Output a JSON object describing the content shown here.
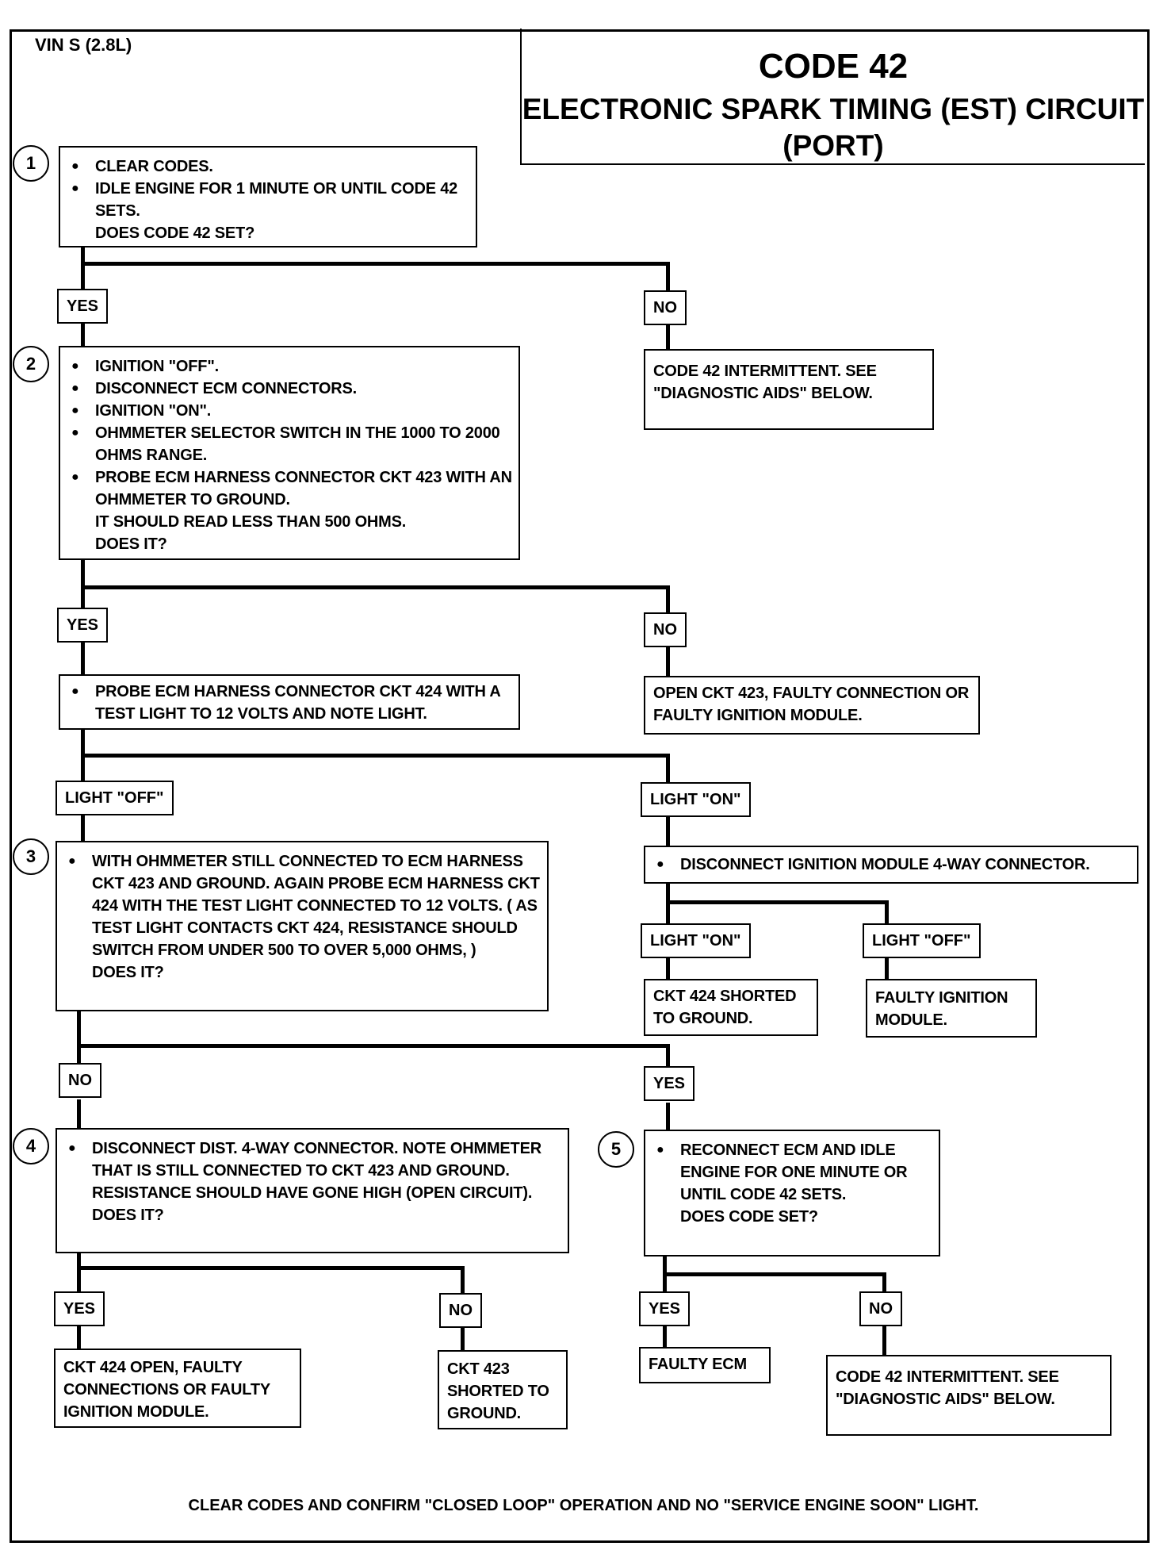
{
  "header": {
    "vin": "VIN S (2.8L)",
    "code": "CODE 42",
    "subtitle_line1": "ELECTRONIC SPARK TIMING (EST) CIRCUIT",
    "subtitle_line2": "(PORT)"
  },
  "steps": {
    "s1": {
      "num": "1",
      "items": [
        "CLEAR CODES.",
        "IDLE ENGINE FOR 1 MINUTE OR UNTIL CODE 42 SETS."
      ],
      "question": "DOES CODE 42 SET?"
    },
    "s2": {
      "num": "2",
      "items": [
        "IGNITION \"OFF\".",
        "DISCONNECT ECM CONNECTORS.",
        "IGNITION \"ON\".",
        "OHMMETER SELECTOR SWITCH IN THE 1000 TO 2000 OHMS RANGE.",
        "PROBE ECM HARNESS CONNECTOR CKT 423  WITH AN OHMMETER TO GROUND."
      ],
      "question": "IT SHOULD READ LESS THAN 500 OHMS.",
      "question2": "DOES IT?"
    },
    "probe424": {
      "items": [
        "PROBE ECM HARNESS CONNECTOR CKT 424 WITH A TEST LIGHT TO 12  VOLTS AND NOTE LIGHT."
      ]
    },
    "s3": {
      "num": "3",
      "items": [
        "WITH OHMMETER STILL CONNECTED TO ECM HARNESS CKT 423 AND GROUND.  AGAIN PROBE ECM HARNESS CKT 424 WITH THE TEST LIGHT CONNECTED TO 12 VOLTS.  ( AS TEST LIGHT CONTACTS CKT 424, RESISTANCE SHOULD SWITCH FROM UNDER 500 TO OVER 5,000 OHMS, )"
      ],
      "question": "DOES IT?"
    },
    "disconnect_ign": {
      "items": [
        "DISCONNECT IGNITION MODULE 4-WAY CONNECTOR."
      ]
    },
    "s4": {
      "num": "4",
      "items": [
        "DISCONNECT DIST. 4-WAY CONNECTOR.  NOTE OHMMETER THAT IS STILL CONNECTED TO CKT 423 AND GROUND. RESISTANCE SHOULD HAVE GONE HIGH (OPEN CIRCUIT)."
      ],
      "question": "DOES IT?"
    },
    "s5": {
      "num": "5",
      "items": [
        "RECONNECT ECM AND IDLE ENGINE FOR ONE MINUTE OR UNTIL CODE 42 SETS."
      ],
      "question": "DOES CODE SET?"
    }
  },
  "results": {
    "intermittent1": "CODE 42 INTERMITTENT.  SEE \"DIAGNOSTIC AIDS\"  BELOW.",
    "open423": "OPEN CKT 423, FAULTY CONNECTION OR FAULTY IGNITION MODULE.",
    "ckt424_shorted": "CKT 424  SHORTED TO GROUND.",
    "faulty_ign_module": "FAULTY IGNITION MODULE.",
    "ckt424_open": "CKT 424 OPEN, FAULTY CONNECTIONS OR FAULTY IGNITION MODULE.",
    "ckt423_shorted": "CKT 423 SHORTED TO GROUND.",
    "faulty_ecm": "FAULTY ECM",
    "intermittent2": "CODE 42 INTERMITTENT.  SEE \"DIAGNOSTIC AIDS\"  BELOW."
  },
  "labels": {
    "yes": "YES",
    "no": "NO",
    "light_off": "LIGHT \"OFF\"",
    "light_on": "LIGHT \"ON\""
  },
  "footer": "CLEAR CODES AND CONFIRM \"CLOSED LOOP\" OPERATION AND NO \"SERVICE ENGINE SOON\" LIGHT."
}
